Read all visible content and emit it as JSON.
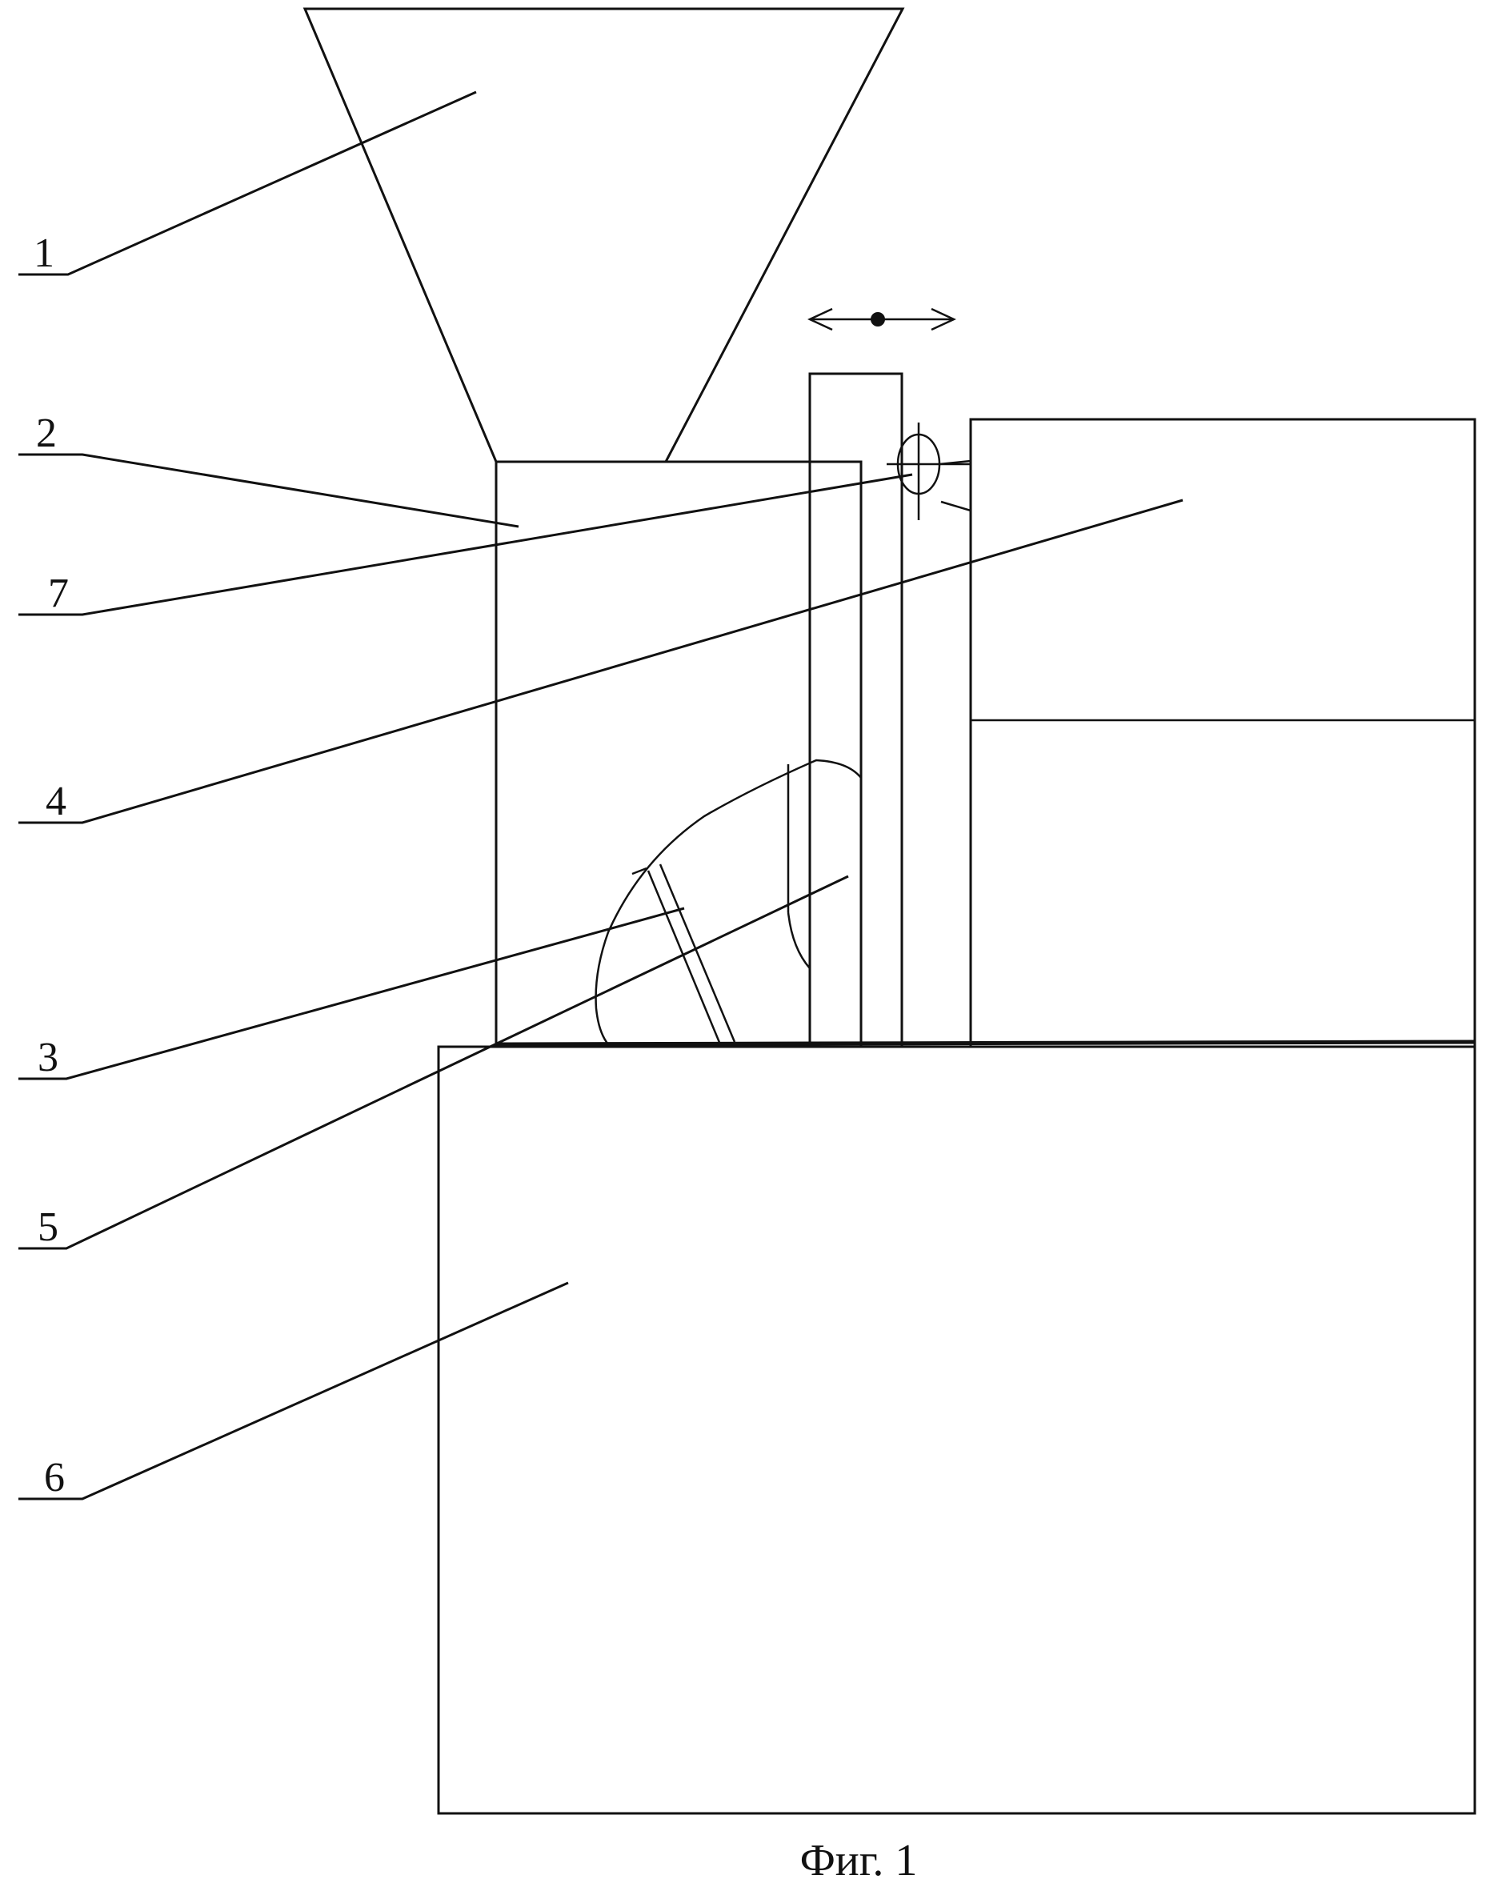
{
  "figure": {
    "caption": "Фиг. 1",
    "labels": [
      "1",
      "2",
      "7",
      "4",
      "3",
      "5",
      "6"
    ]
  }
}
